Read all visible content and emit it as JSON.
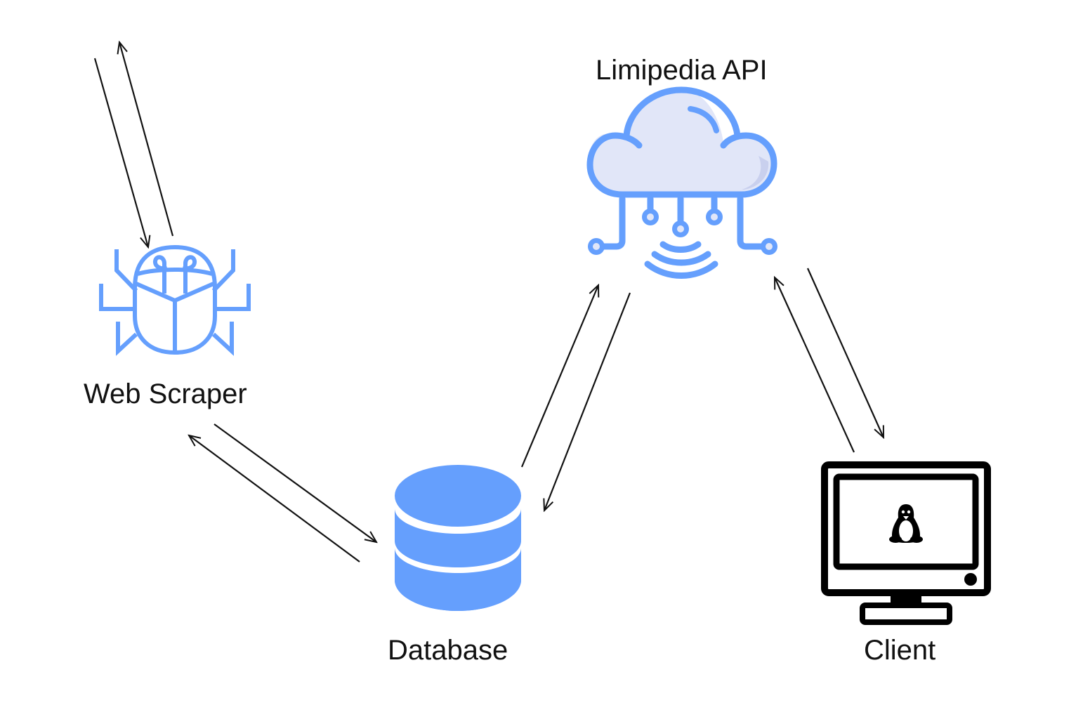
{
  "nodes": {
    "web_scraper": {
      "label": "Web Scraper",
      "icon": "bug-icon"
    },
    "api": {
      "label": "Limipedia API",
      "icon": "cloud-network-icon"
    },
    "database": {
      "label": "Database",
      "icon": "database-icon"
    },
    "client": {
      "label": "Client",
      "icon": "monitor-linux-icon"
    }
  },
  "colors": {
    "icon_blue": "#659ffd",
    "cloud_fill": "#e1e6f8",
    "cloud_shadow": "#c9d0ee",
    "arrow": "#111111",
    "monitor": "#000000"
  }
}
